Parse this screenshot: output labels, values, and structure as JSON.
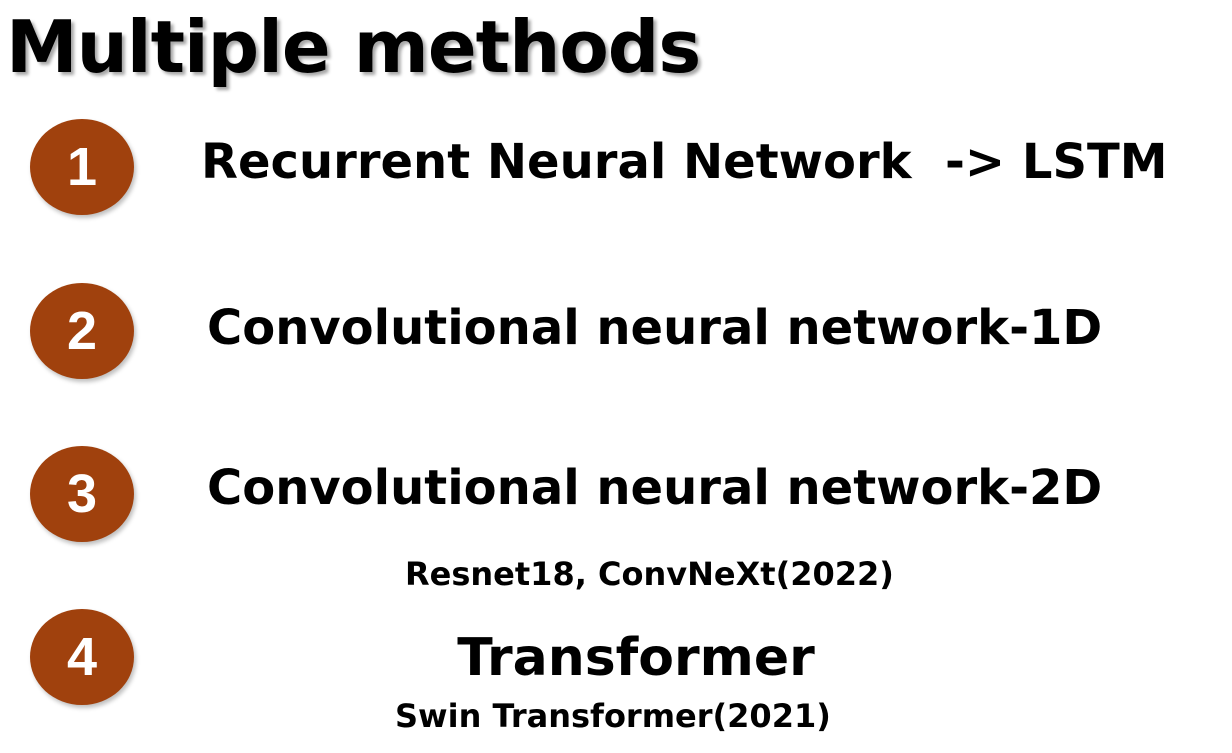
{
  "title": "Multiple methods",
  "colors": {
    "badge": "#a0410d",
    "text": "#000000",
    "background": "#ffffff"
  },
  "items": [
    {
      "number": "1",
      "label": "Recurrent Neural Network  -> LSTM",
      "sub": ""
    },
    {
      "number": "2",
      "label": "Convolutional neural network-1D",
      "sub": ""
    },
    {
      "number": "3",
      "label": "Convolutional neural network-2D",
      "sub": "Resnet18, ConvNeXt(2022)"
    },
    {
      "number": "4",
      "label": "Transformer",
      "sub": "Swin Transformer(2021)"
    }
  ]
}
